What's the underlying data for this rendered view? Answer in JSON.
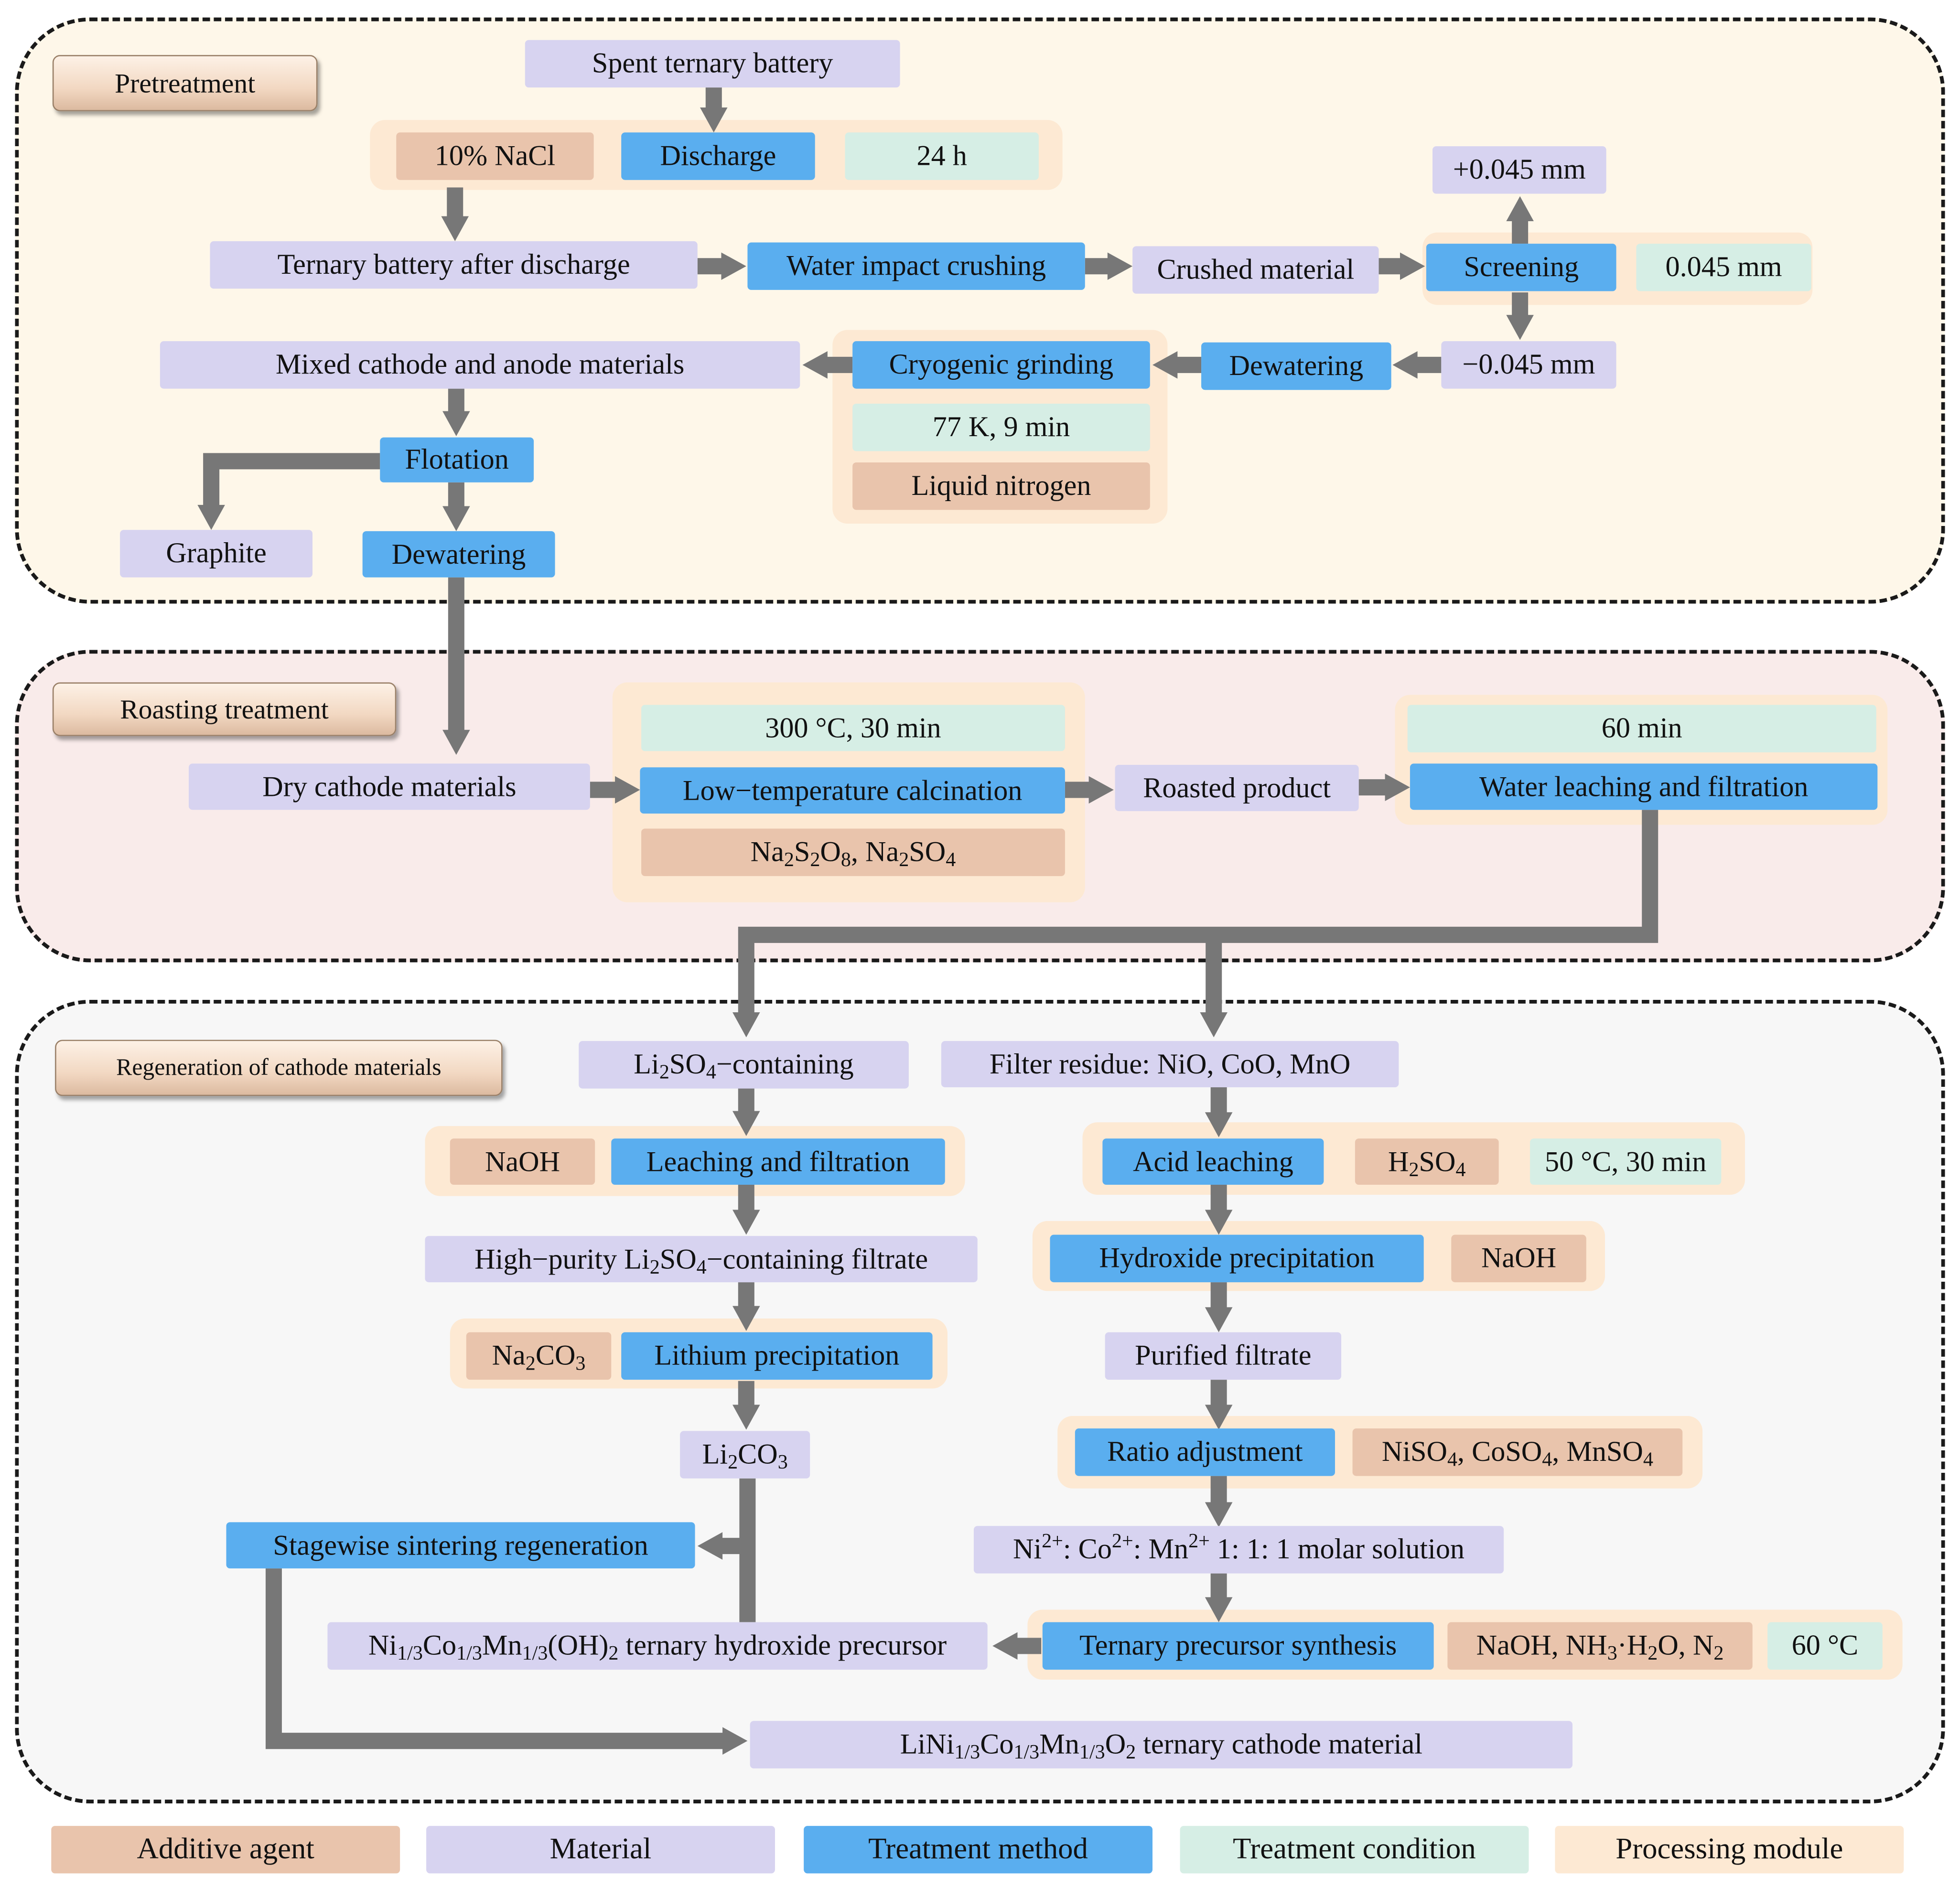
{
  "sections": {
    "pretreatment": "Pretreatment",
    "roasting": "Roasting treatment",
    "regeneration": "Regeneration of cathode materials"
  },
  "pretreatment": {
    "spent_battery": "Spent ternary battery",
    "nacl": "10% NaCl",
    "discharge": "Discharge",
    "time_24h": "24 h",
    "after_discharge": "Ternary battery after discharge",
    "water_impact_crushing": "Water impact crushing",
    "crushed_material": "Crushed material",
    "screening": "Screening",
    "mesh": "0.045 mm",
    "oversize": "+0.045 mm",
    "undersize": "−0.045 mm",
    "dewatering_1": "Dewatering",
    "cryogenic_grinding": "Cryogenic grinding",
    "cryo_condition": "77 K, 9 min",
    "liquid_nitrogen": "Liquid nitrogen",
    "mixed_materials": "Mixed cathode and anode materials",
    "flotation": "Flotation",
    "graphite": "Graphite",
    "dewatering_2": "Dewatering"
  },
  "roasting": {
    "dry_cathode": "Dry cathode materials",
    "calc_condition": "300 °C, 30 min",
    "calcination": "Low−temperature calcination",
    "calc_agent": "Na<sub>2</sub>S<sub>2</sub>O<sub>8</sub>, Na<sub>2</sub>SO<sub>4</sub>",
    "roasted_product": "Roasted product",
    "leach_condition": "60 min",
    "water_leaching": "Water leaching and filtration"
  },
  "regeneration": {
    "li2so4_containing": "Li<sub>2</sub>SO<sub>4</sub>−containing",
    "naoh_1": "NaOH",
    "leaching_filtration": "Leaching and filtration",
    "high_purity": "High−purity Li<sub>2</sub>SO<sub>4</sub>−containing filtrate",
    "na2co3": "Na<sub>2</sub>CO<sub>3</sub>",
    "lithium_precipitation": "Lithium precipitation",
    "li2co3": "Li<sub>2</sub>CO<sub>3</sub>",
    "sintering": "Stagewise sintering regeneration",
    "hydroxide_precursor": "Ni<sub>1/3</sub>Co<sub>1/3</sub>Mn<sub>1/3</sub>(OH)<sub>2</sub> ternary hydroxide precursor",
    "filter_residue": "Filter residue: NiO, CoO, MnO",
    "acid_leaching": "Acid leaching",
    "h2so4": "H<sub>2</sub>SO<sub>4</sub>",
    "acid_condition": "50 °C, 30 min",
    "hydroxide_precipitation": "Hydroxide precipitation",
    "naoh_2": "NaOH",
    "purified_filtrate": "Purified filtrate",
    "ratio_adjustment": "Ratio adjustment",
    "ratio_agent": "NiSO<sub>4</sub>, CoSO<sub>4</sub>, MnSO<sub>4</sub>",
    "molar_solution": "Ni<sup>2+</sup>: Co<sup>2+</sup>: Mn<sup>2+</sup> 1: 1: 1 molar solution",
    "precursor_synthesis": "Ternary precursor synthesis",
    "synthesis_agent": "NaOH, NH<sub>3</sub>·H<sub>2</sub>O, N<sub>2</sub>",
    "synthesis_temp": "60 °C",
    "final_product": "LiNi<sub>1/3</sub>Co<sub>1/3</sub>Mn<sub>1/3</sub>O<sub>2</sub> ternary cathode material"
  },
  "legend": {
    "additive": "Additive agent",
    "material": "Material",
    "method": "Treatment method",
    "condition": "Treatment condition",
    "module": "Processing module"
  },
  "colors": {
    "material": "#d7d3f0",
    "method": "#5aaeef",
    "condition": "#d6eee5",
    "additive": "#e9c4ac",
    "module": "#fde9d3",
    "panel_pretreatment": "#fef7e9",
    "panel_roasting": "#f9ebea",
    "panel_regeneration": "#f7f7f7",
    "arrow": "#777777"
  }
}
